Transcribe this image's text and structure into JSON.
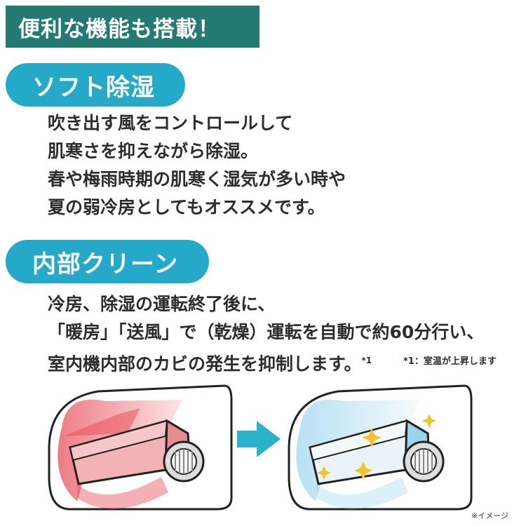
{
  "header": {
    "title": "便利な機能も搭載！"
  },
  "features": [
    {
      "title": "ソフト除湿",
      "lines": [
        "吹き出す風をコントロールして",
        "肌寒さを抑えながら除湿。",
        "春や梅雨時期の肌寒く湿気が多い時や",
        "夏の弱冷房としてもオススメです。"
      ]
    },
    {
      "title": "内部クリーン",
      "lines": [
        "冷房、除湿の運転終了後に、",
        "「暖房」「送風」で（乾燥）運転を自動で約60分行い、",
        "室内機内部のカビの発生を抑制します。"
      ],
      "note_mark": "*1"
    }
  ],
  "footnote": "*1：室温が上昇します",
  "caption": "※イメージ",
  "colors": {
    "header_bg": "#237a72",
    "pill_bg": "#24a9c9",
    "warm_air": "#e8505b",
    "cool_air": "#9ad3ee",
    "arrow": "#2ab3c8",
    "sparkle": "#f2c230"
  },
  "illustration": {
    "left": {
      "icon": "aircon-warm-dry-icon"
    },
    "arrow": {
      "icon": "arrow-right-icon"
    },
    "right": {
      "icon": "aircon-clean-icon"
    }
  }
}
